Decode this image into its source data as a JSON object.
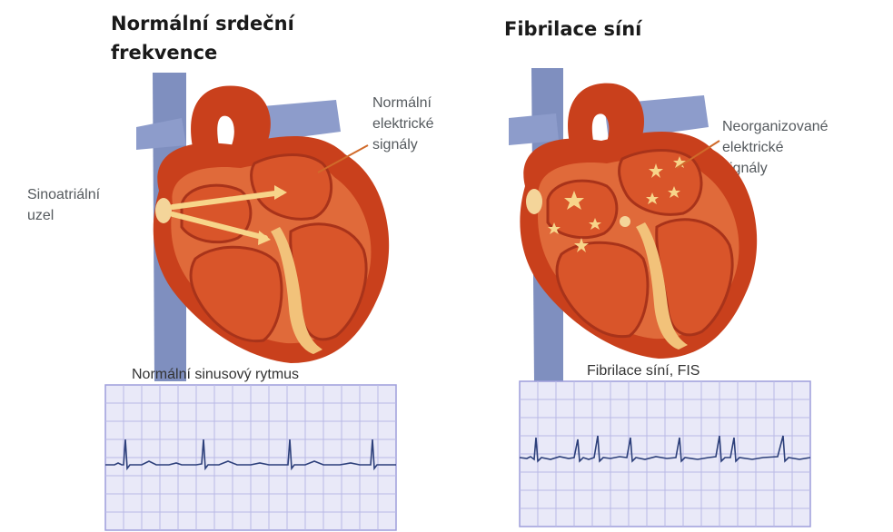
{
  "left": {
    "title_line1": "Normální srdeční",
    "title_line2": "frekvence",
    "label_signals": [
      "Normální",
      "elektrické",
      "signály"
    ],
    "label_node": [
      "Sinoatriální",
      "uzel"
    ],
    "ecg_caption": "Normální sinusový rytmus"
  },
  "right": {
    "title": "Fibrilace síní",
    "label_signals": [
      "Neorganizované",
      "elektrické",
      "signály"
    ],
    "ecg_caption": "Fibrilace síní, FIS"
  },
  "colors": {
    "heart_outer": "#c9401c",
    "heart_inner": "#e06a3a",
    "chamber": "#d9552a",
    "vessel_blue": "#7f8fbf",
    "signal": "#f7d58a",
    "ecg_grid": "#b9b9e6",
    "ecg_bg": "#e9e9f8",
    "ecg_trace": "#2c3f7a"
  }
}
